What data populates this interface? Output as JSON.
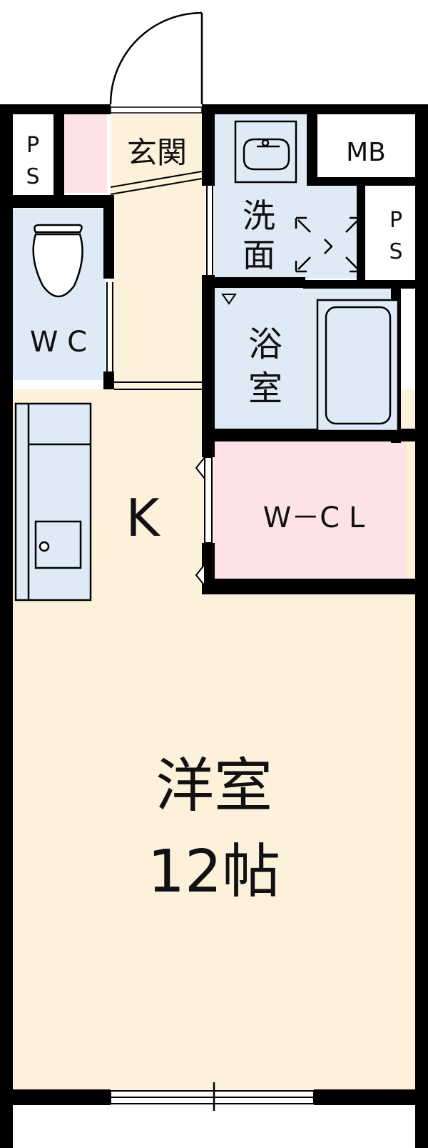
{
  "colors": {
    "wall": "#000000",
    "floor": "#fdf1dc",
    "wet": "#deebf7",
    "storage": "#fde3e8",
    "fixture_stroke": "#333333"
  },
  "rooms": {
    "ps_top": [
      "P",
      "S"
    ],
    "genkan": "玄関",
    "mb": "MB",
    "senmen": [
      "洗",
      "面"
    ],
    "ps_right": [
      "P",
      "S"
    ],
    "wc": "W C",
    "yokushitsu": [
      "浴",
      "室"
    ],
    "kitchen": "K",
    "wcl": "W－C L",
    "yoshitsu": "洋室",
    "yoshitsu_size": "12帖"
  },
  "icons": [
    "toilet-icon",
    "washbasin-icon",
    "washer-pan-icon",
    "bathtub-icon",
    "sink-icon",
    "door-swing-icon",
    "window-icon"
  ]
}
